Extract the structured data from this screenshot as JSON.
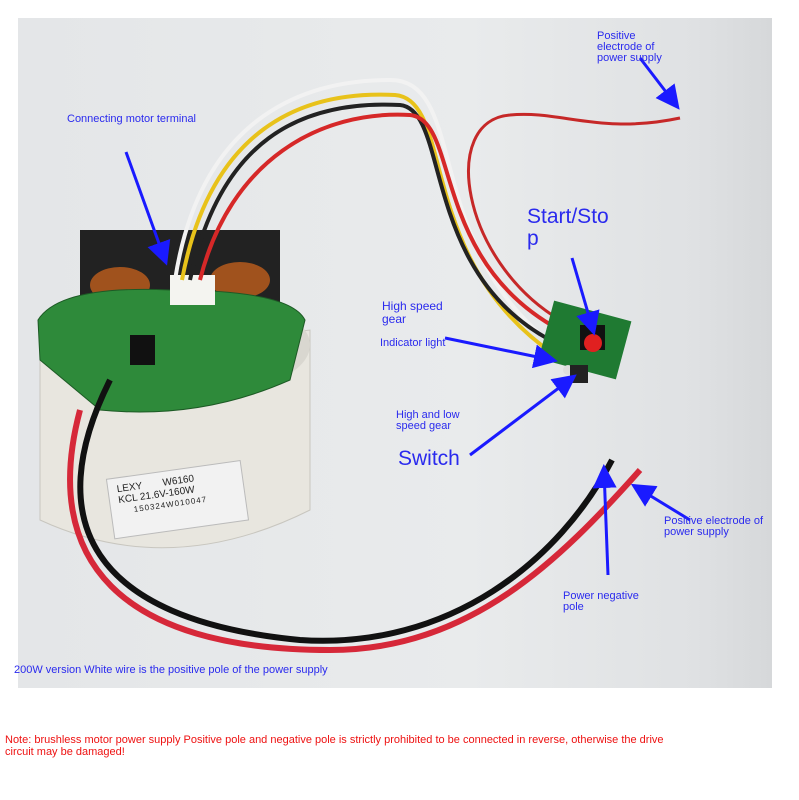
{
  "labels": {
    "positive_top": "Positive electrode of power supply",
    "motor_terminal": "Connecting motor terminal",
    "start_stop": "Start/Sto p",
    "high_speed_gear": "High speed gear",
    "indicator_light": "Indicator light",
    "high_low_gear": "High and low speed gear",
    "switch": "Switch",
    "positive_right": "Positive electrode of power supply",
    "negative_pole": "Power negative pole",
    "version_note": "200W version White wire is the positive pole of the power supply"
  },
  "motor_sticker": {
    "brand": "LEXY",
    "model": "W6160",
    "spec": "KCL 21.6V-160W",
    "serial": "150324W010047"
  },
  "warning": "Note: brushless motor power supply Positive pole and negative pole is strictly prohibited to be connected in reverse, otherwise the drive circuit may be damaged!",
  "colors": {
    "annotation": "#2a2aee",
    "warning": "#ee1111"
  }
}
